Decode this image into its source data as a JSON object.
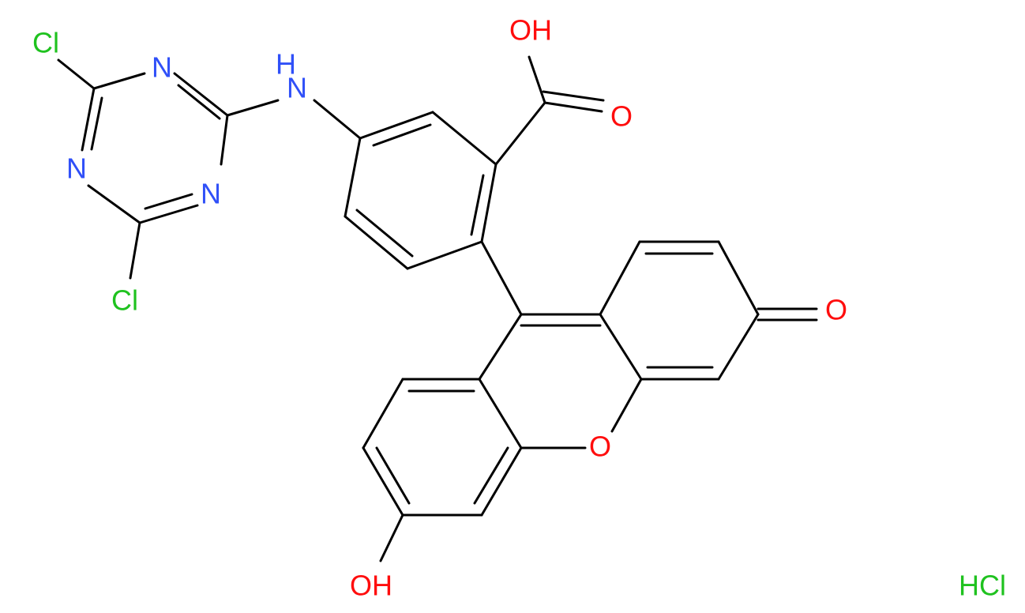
{
  "labels": {
    "cl_top": "Cl",
    "cl_bottom": "Cl",
    "n_ring_top": "N",
    "n_ring_left": "N",
    "n_ring_right": "N",
    "nh": "H",
    "n_amine": "N",
    "oh_acid": "OH",
    "o_acid": "O",
    "o_ketone": "O",
    "o_ring": "O",
    "oh_phenol": "OH",
    "hcl": "HCl"
  },
  "colors": {
    "chlorine": "#1fc21f",
    "nitrogen": "#3050f8",
    "oxygen": "#ff0d0d",
    "bond": "#000000"
  }
}
